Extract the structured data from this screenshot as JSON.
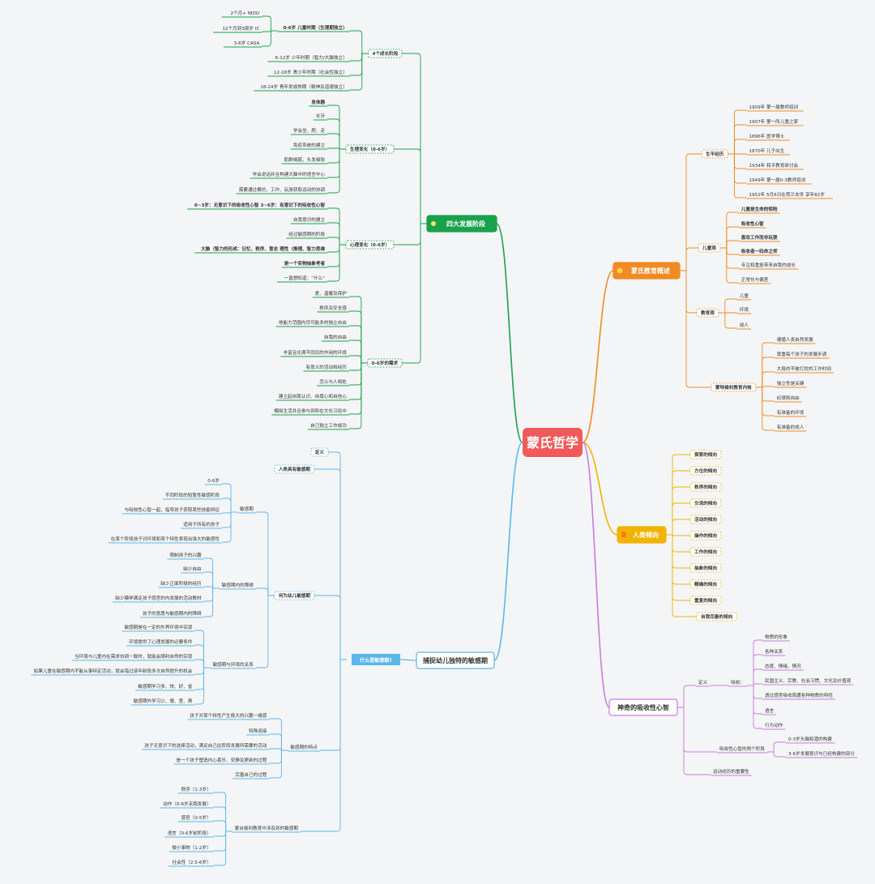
{
  "colors": {
    "background": "#f4f5f6",
    "center": "#f05a5a",
    "green": "#1aa14c",
    "orange": "#f08a24",
    "yellow": "#f0b400",
    "purple": "#c77be0",
    "blue": "#5bb6ec",
    "text": "#333333"
  },
  "center": {
    "label": "蒙氏哲学"
  },
  "branches": [
    {
      "label": "四大发展阶段",
      "color": "green",
      "icon": "star-icon",
      "subs": [
        {
          "label": "4个成长阶段",
          "dashed": true,
          "children": [
            {
              "label": "0-6岁  儿童时期（生理期独立）",
              "bold": true,
              "children": [
                {
                  "label": "2个月+    NIDO"
                },
                {
                  "label": "12个月到3周岁   IC"
                },
                {
                  "label": "3-6岁    CASA"
                }
              ]
            },
            {
              "label": "6-12岁  少年时期（智力/大脑独立）"
            },
            {
              "label": "12-18岁  青少年时期（社会性独立）"
            },
            {
              "label": "18-24岁  青年发成熟期（精神及道德独立）"
            }
          ]
        },
        {
          "label": "生理变化（0-6岁）",
          "dashed": true,
          "children": [
            {
              "label": "身体器",
              "bold": true
            },
            {
              "label": "长牙"
            },
            {
              "label": "学会坐、爬、走"
            },
            {
              "label": "免疫系统的建立"
            },
            {
              "label": "肌群细腻、头发细软"
            },
            {
              "label": "学会说话并且构建大脑中的语言中心"
            },
            {
              "label": "需要通过模仿、工作、玩游获取运动的协调"
            }
          ]
        },
        {
          "label": "心理变化（0-6岁）",
          "dashed": true,
          "children": [
            {
              "label": "0~3岁：无意识下的吸收性心智    3~6岁：有意识下的吸收性心智",
              "bold": true
            },
            {
              "label": "自我意识的建立"
            },
            {
              "label": "经过敏感期的阶段"
            },
            {
              "label": "大脑（智力的形成：记忆、秩序、意志  理性（推理、智力思维",
              "bold": true
            },
            {
              "label": "是一个实物抽象考者",
              "bold": true
            },
            {
              "label": "一直想知道：“什么”"
            }
          ]
        },
        {
          "label": "0-6岁的需求",
          "dashed": true,
          "children": [
            {
              "label": "爱、温暖及保护"
            },
            {
              "label": "秩序及安全感"
            },
            {
              "label": "他能力范围内尽可能多的独立自由"
            },
            {
              "label": "自我的自由"
            },
            {
              "label": "丰富且化满不同目的作用的环境"
            },
            {
              "label": "有意义的活动和经历"
            },
            {
              "label": "怎么与人相处"
            },
            {
              "label": "建立起自我认识、自尊心和自信心"
            },
            {
              "label": "模拟生活并且参与到所在文化习俗中"
            },
            {
              "label": "自己独立工作成功"
            }
          ]
        }
      ]
    },
    {
      "label": "蒙氏教育概述",
      "color": "orange",
      "icon": "person-icon",
      "subs": [
        {
          "label": "生平经历",
          "dashed": true,
          "children": [
            {
              "label": "1909年  第一届教师培训"
            },
            {
              "label": "1907年  第一所儿童之家"
            },
            {
              "label": "1896年  医学博士"
            },
            {
              "label": "1870年  儿子出生"
            },
            {
              "label": "1934年  和平教育研讨会"
            },
            {
              "label": "1949年  第一届0-3教师培训"
            },
            {
              "label": "1952年  5月6日在荷兰去世  享年82岁"
            }
          ]
        },
        {
          "label": "儿童观",
          "dashed": true,
          "children": [
            {
              "label": "儿童是生命的惊险",
              "bold": true
            },
            {
              "label": "吸收性心智",
              "bold": true
            },
            {
              "label": "喜欢工作而非玩耍",
              "bold": true
            },
            {
              "label": "吸收者一码命之师",
              "bold": true
            },
            {
              "label": "专注和重复带来自我的成长"
            },
            {
              "label": "正常化与偏差"
            }
          ]
        },
        {
          "label": "教育观",
          "dashed": true,
          "children": [
            {
              "label": "儿童"
            },
            {
              "label": "环境"
            },
            {
              "label": "成人"
            }
          ]
        },
        {
          "label": "蒙特梭利教育内核",
          "dashed": true,
          "children": [
            {
              "label": "遵循人类自然发展"
            },
            {
              "label": "尊重每个孩子的发展步调"
            },
            {
              "label": "大段的不被打扰的工作时间"
            },
            {
              "label": "独立性是关键"
            },
            {
              "label": "纪律和自由"
            },
            {
              "label": "有准备的环境"
            },
            {
              "label": "有准备的成人"
            }
          ]
        }
      ]
    },
    {
      "label": "人类倾向",
      "color": "yellow",
      "icon": "flag-icon",
      "subs": [
        {
          "label": "探索的倾向",
          "dashed": true
        },
        {
          "label": "方位的倾向",
          "dashed": true
        },
        {
          "label": "秩序的倾向",
          "dashed": true
        },
        {
          "label": "交流的倾向",
          "dashed": true
        },
        {
          "label": "活动的倾向",
          "dashed": true
        },
        {
          "label": "操作的倾向",
          "dashed": true
        },
        {
          "label": "工作的倾向",
          "dashed": true
        },
        {
          "label": "抽象的倾向",
          "dashed": true
        },
        {
          "label": "精确的倾向",
          "dashed": true
        },
        {
          "label": "重复的倾向",
          "dashed": true
        },
        {
          "label": "自我完善的倾向",
          "dashed": true
        }
      ]
    },
    {
      "label": "神奇的吸收性心智",
      "color": "purple",
      "icon": "",
      "subs": [
        {
          "label": "定义",
          "children": [
            {
              "label": "吸收：",
              "children": [
                {
                  "label": "物质的形象"
                },
                {
                  "label": "各种关系"
                },
                {
                  "label": "态度、情绪、情况"
                },
                {
                  "label": "民国主义、宗教、社会习惯、文化及价值观"
                },
                {
                  "label": "透过感官吸收周遭各种物质的特性"
                },
                {
                  "label": "语言"
                },
                {
                  "label": "行为动作"
                }
              ]
            }
          ]
        },
        {
          "label": "吸收性心智的两个阶段",
          "children": [
            {
              "label": "0-3岁头脑和潜的构建"
            },
            {
              "label": "3-6岁发展意识与已经构建的部分"
            }
          ]
        },
        {
          "label": "运动经历的重要性"
        }
      ]
    },
    {
      "label": "捕捉幼儿独特的敏感期",
      "color": "blue",
      "icon": "",
      "tag": "什么是敏感期?",
      "subs": [
        {
          "label": "定义",
          "dashed": true
        },
        {
          "label": "人类具有敏感期",
          "dashed": true
        },
        {
          "label": "何为幼儿敏感期",
          "dashed": true,
          "children": [
            {
              "label": "敏感期",
              "children": [
                {
                  "label": "0-6岁"
                },
                {
                  "label": "不同阶段的短暂性敏感阶段"
                },
                {
                  "label": "与吸收性心智一起，指导孩子获取某些技能特征"
                },
                {
                  "label": "适用于所有的孩子"
                },
                {
                  "label": "在某个阶段孩子对环境和某个特性表现出强大的敏感性"
                }
              ]
            },
            {
              "label": "敏感期内的障碍",
              "children": [
                {
                  "label": "限制孩子的兴趣"
                },
                {
                  "label": "缺少自由"
                },
                {
                  "label": "缺少正面积极的经历"
                },
                {
                  "label": "缺少模样满足孩子感官的内发展的活动教材"
                },
                {
                  "label": "孩子的意愿与敏感期内的障碍"
                }
              ]
            },
            {
              "label": "敏感期与环境的关系",
              "children": [
                {
                  "label": "敏感期是在一定的外界环境中实现"
                },
                {
                  "label": "环境提供了心理发展的必要条件"
                },
                {
                  "label": "当环境与儿童内在需求协调一致时，就能会顺利自然的实现"
                },
                {
                  "label": "如果儿童在敏感期内不能从事特定活动，就会错过该年龄段多次自然提升的机会"
                },
                {
                  "label": "敏感期学习多、快、好、省"
                },
                {
                  "label": "敏感期外学习少、慢、差、费"
                }
              ]
            }
          ]
        },
        {
          "label": "敏感期的特点",
          "children": [
            {
              "label": "孩子对某个特性产生极大的兴趣一格感"
            },
            {
              "label": "特殊连接"
            },
            {
              "label": "孩子无意识下的选择活动，满足自己此阶段发展所需要的活动"
            },
            {
              "label": "是一个孩子塑造内心喜乐、安静及更新的过程"
            },
            {
              "label": "完善自己的过程"
            }
          ]
        },
        {
          "label": "蒙台梭利教育中涉及到的敏感期",
          "children": [
            {
              "label": "秩序（1-3岁）"
            },
            {
              "label": "动作（0-6岁走跑发展）"
            },
            {
              "label": "感官（0-5岁）"
            },
            {
              "label": "语言（0-6岁前阶段）"
            },
            {
              "label": "微小事物（1-2岁）"
            },
            {
              "label": "社会性（2.5-6岁）"
            }
          ]
        }
      ]
    }
  ]
}
